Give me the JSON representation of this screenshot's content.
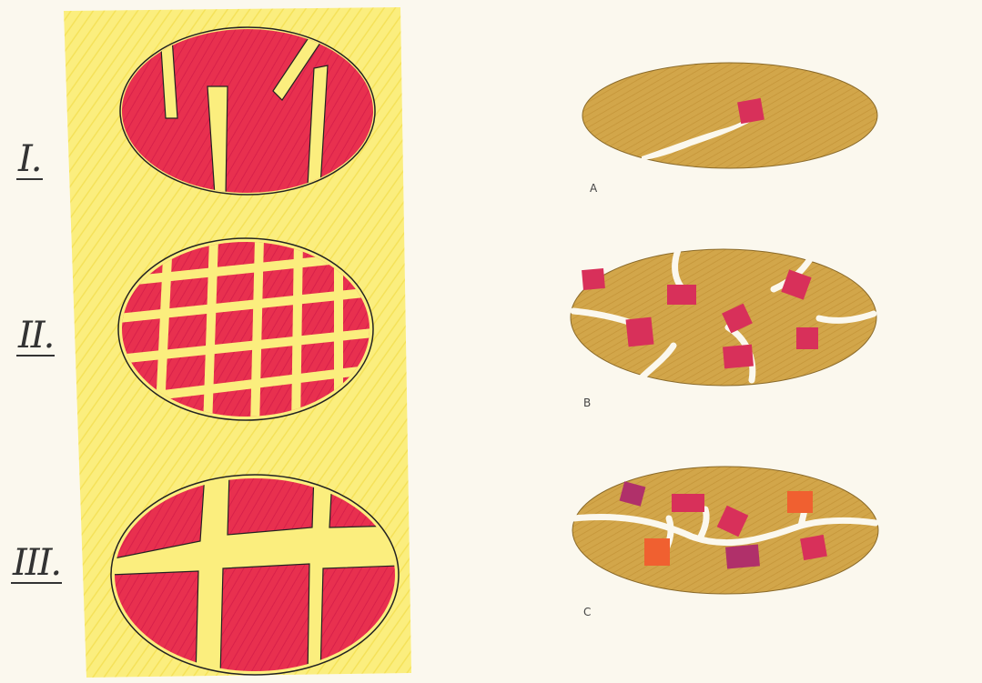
{
  "left_panel": {
    "labels": [
      "I.",
      "II.",
      "III."
    ],
    "background_color": "#fbee7e",
    "fill_color": "#e8304f"
  },
  "right_panel": {
    "labels": [
      "A",
      "B",
      "C"
    ],
    "fill_color": "#d2a64a",
    "block_colors": [
      "#d8305a",
      "#f06030",
      "#b0306a"
    ]
  }
}
